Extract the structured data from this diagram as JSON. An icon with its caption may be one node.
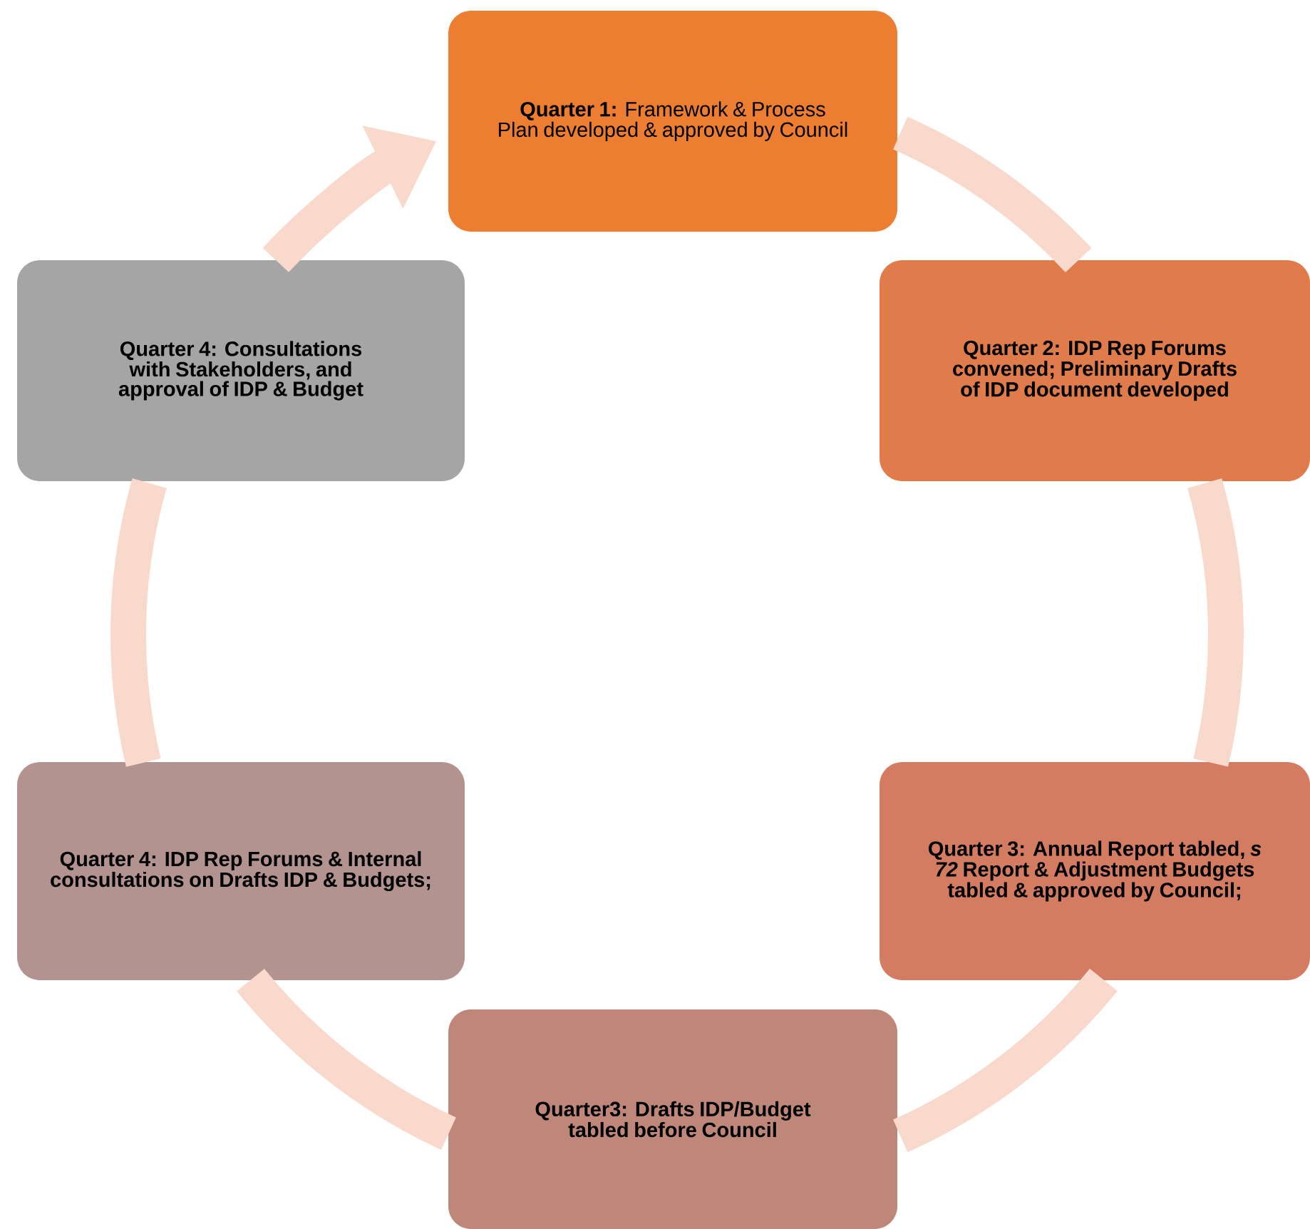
{
  "diagram": {
    "nodes": [
      {
        "text": [
          "**Quarter 1:** Framework & Process Plan developed & approved by Council"
        ]
      },
      {
        "text": [
          "Quarter 2: IDP Rep Forums convened; Preliminary Drafts of IDP document developed"
        ]
      },
      {
        "text": [
          "Quarter 3: Annual Report tabled, *s 72* Report & Adjustment Budgets tabled & approved by Council;"
        ]
      },
      {
        "text": [
          "Quarter3: Drafts IDP/Budget tabled before Council"
        ]
      },
      {
        "text": [
          "Quarter 4: IDP Rep Forums & Internal consultations on Drafts IDP & Budgets;"
        ]
      },
      {
        "text": [
          "Quarter 4: Consultations with Stakeholders, and approval of IDP & Budget"
        ]
      }
    ],
    "edges": [
      {
        "from": 0,
        "to": 1,
        "arrow": "none"
      },
      {
        "from": 1,
        "to": 2,
        "arrow": "none"
      },
      {
        "from": 2,
        "to": 3,
        "arrow": "none"
      },
      {
        "from": 3,
        "to": 4,
        "arrow": "none"
      },
      {
        "from": 4,
        "to": 5,
        "arrow": "none"
      },
      {
        "from": 5,
        "to": 0,
        "arrow": "to"
      }
    ]
  }
}
